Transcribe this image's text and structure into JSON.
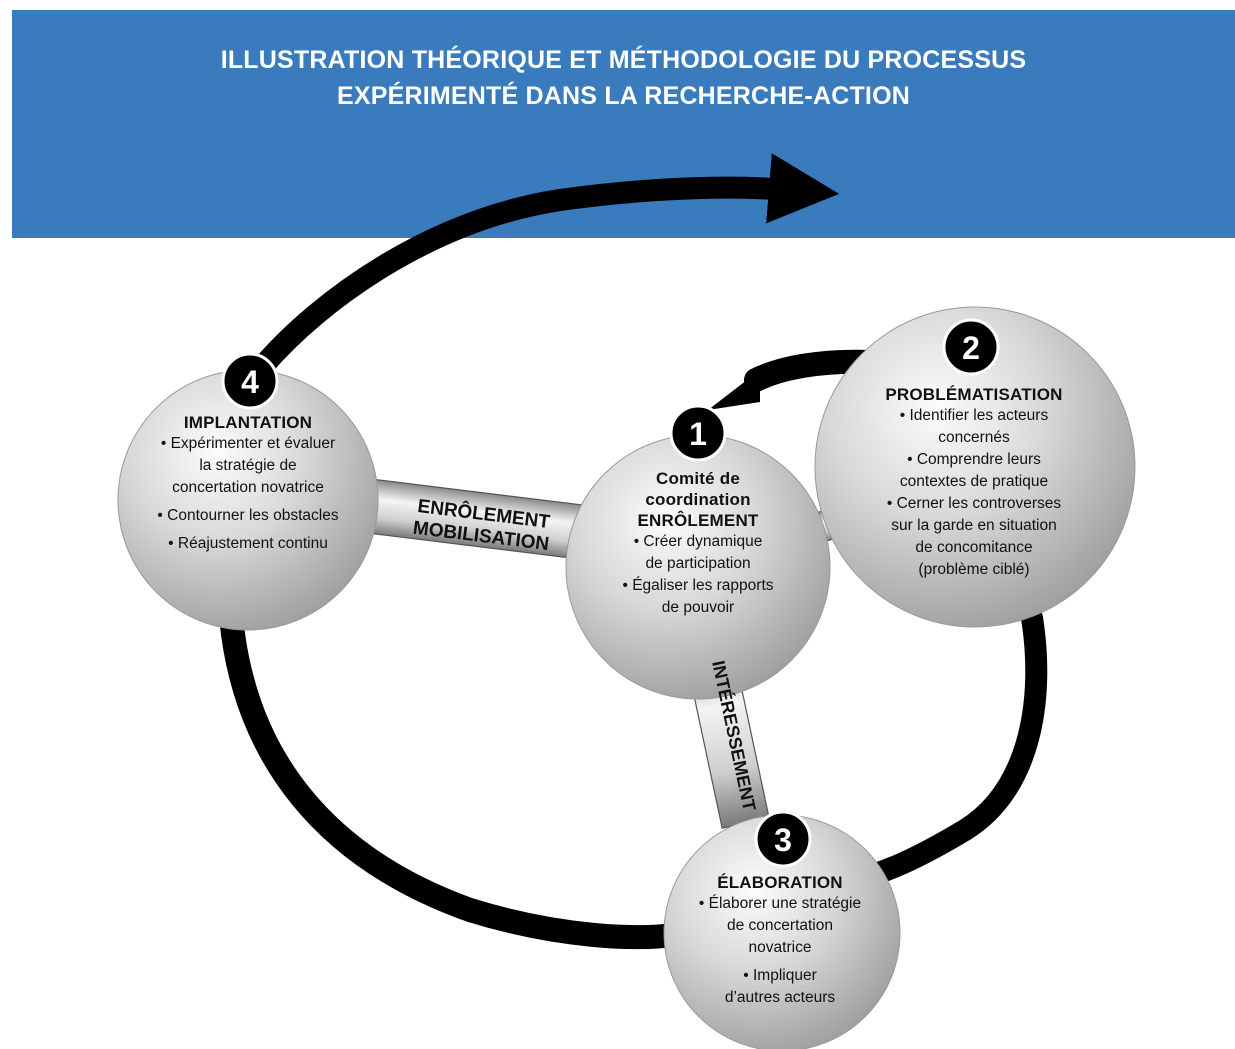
{
  "header": {
    "title_line1": "ILLUSTRATION THÉORIQUE ET MÉTHODOLOGIE DU PROCESSUS",
    "title_line2": "EXPÉRIMENTÉ DANS LA RECHERCHE-ACTION"
  },
  "nodes": [
    {
      "number": "1",
      "title_lines": [
        "Comité de",
        "coordination",
        "ENRÔLEMENT"
      ],
      "items": [
        "• Créer dynamique",
        "de participation",
        "• Égaliser les rapports",
        "de pouvoir"
      ]
    },
    {
      "number": "2",
      "title": "PROBLÉMATISATION",
      "items": [
        "• Identifier les acteurs",
        "concernés",
        "• Comprendre leurs",
        "contextes de pratique",
        "• Cerner les controverses",
        "sur la garde en situation",
        "de concomitance",
        "(problème ciblé)"
      ]
    },
    {
      "number": "3",
      "title": "ÉLABORATION",
      "items": [
        "• Élaborer une stratégie",
        "de concertation",
        "novatrice",
        "• Impliquer",
        "d’autres acteurs"
      ]
    },
    {
      "number": "4",
      "title": "IMPLANTATION",
      "items": [
        "• Expérimenter et évaluer",
        "la stratégie de",
        "concertation novatrice",
        "• Contourner les obstacles",
        "• Réajustement continu"
      ]
    }
  ],
  "connectors": {
    "left_line1": "ENRÔLEMENT",
    "left_line2": "MOBILISATION",
    "bottom": "INTÉRESSEMENT"
  },
  "colors": {
    "banner": "#3a7bbd",
    "arrow": "#000000",
    "sphere_light": "#fafafa",
    "sphere_dark": "#a9a9a9",
    "badge": "#000000"
  }
}
